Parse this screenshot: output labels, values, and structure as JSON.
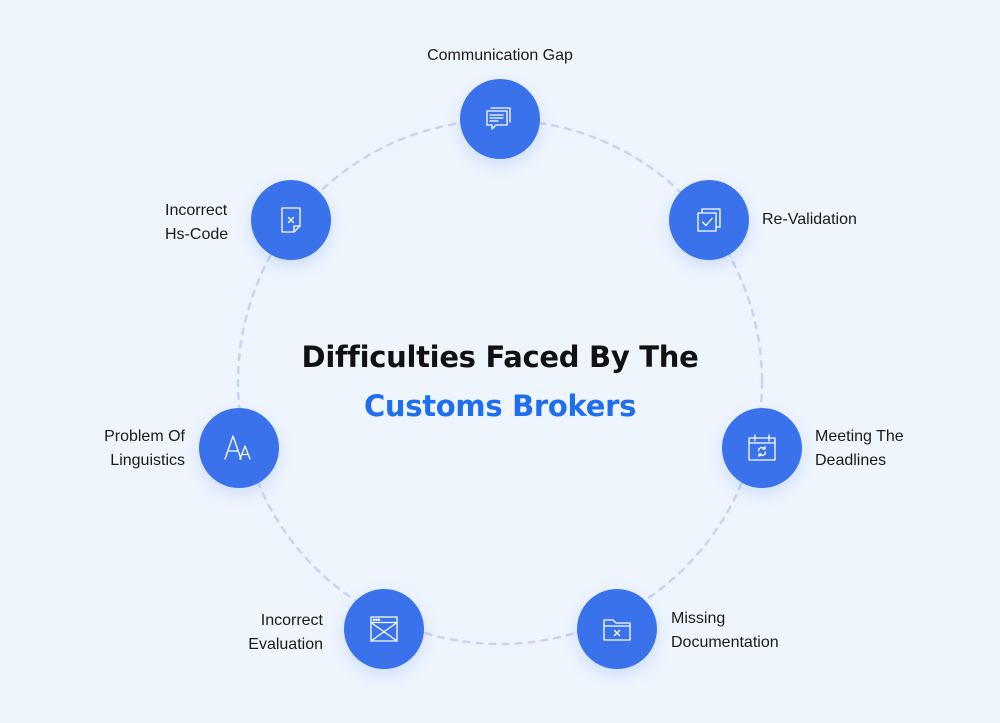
{
  "title": {
    "line1": "Difficulties Faced By The",
    "line2": "Customs Brokers",
    "line2_color": "#1f6ef0"
  },
  "colors": {
    "background": "#eff5fd",
    "node": "#3a72ec",
    "ring": "#c9d4f3"
  },
  "items": [
    {
      "icon": "chat-bubbles-icon",
      "lines": [
        "Communication Gap"
      ]
    },
    {
      "icon": "documents-check-icon",
      "lines": [
        "Re-Validation"
      ]
    },
    {
      "icon": "calendar-refresh-icon",
      "lines": [
        "Meeting The",
        "Deadlines"
      ]
    },
    {
      "icon": "folder-x-icon",
      "lines": [
        "Missing",
        "Documentation"
      ]
    },
    {
      "icon": "browser-window-x-icon",
      "lines": [
        "Incorrect",
        "Evaluation"
      ]
    },
    {
      "icon": "font-size-icon",
      "lines": [
        "Problem Of",
        "Linguistics"
      ]
    },
    {
      "icon": "document-x-icon",
      "lines": [
        "Incorrect",
        "Hs-Code"
      ]
    }
  ]
}
